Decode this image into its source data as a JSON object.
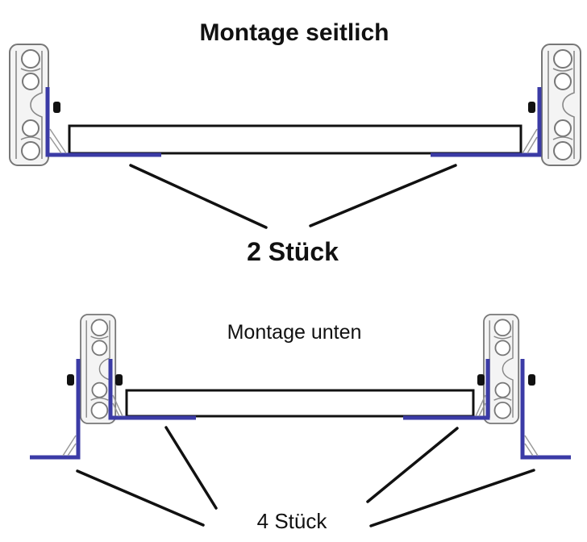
{
  "diagram": {
    "top_section": {
      "title": "Montage seitlich",
      "quantity_label": "2 Stück",
      "mounting": "side"
    },
    "bottom_section": {
      "title": "Montage unten",
      "quantity_label": "4 Stück",
      "mounting": "bottom"
    },
    "colors": {
      "bracket": "#3b3ba6",
      "leader": "#111111",
      "rail": "#777777",
      "board_hatch": "#111111"
    },
    "icons": [
      "drawer-slide-rail-icon",
      "angle-bracket-icon",
      "bolt-icon",
      "hatched-board-icon"
    ]
  }
}
